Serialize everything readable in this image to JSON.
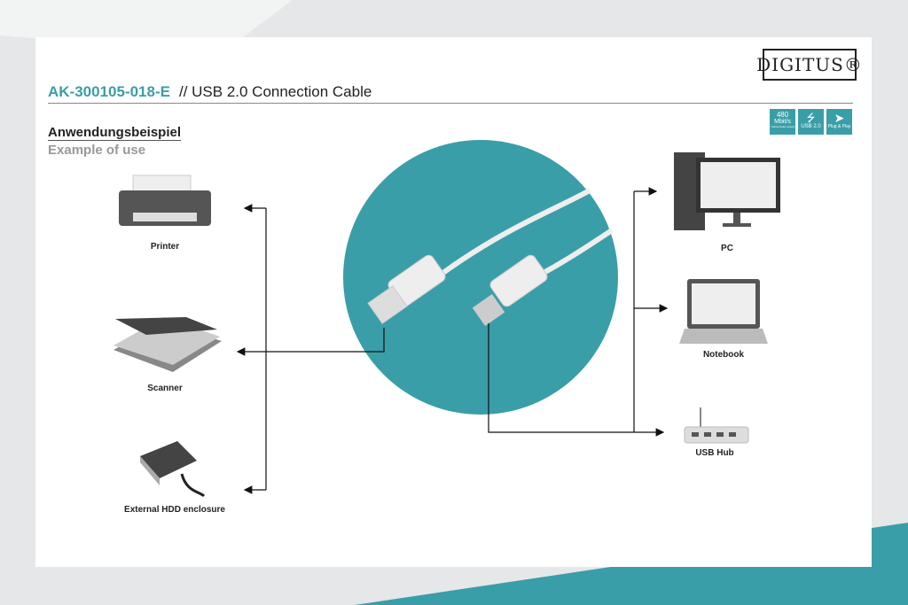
{
  "brand": "DIGITUS®",
  "header": {
    "code": "AK-300105-018-E",
    "title": "// USB 2.0 Connection Cable"
  },
  "section": {
    "title_de": "Anwendungsbeispiel",
    "title_en": "Example of use"
  },
  "badges": [
    {
      "line1": "480",
      "line2": "Mbit/s",
      "line3": "Transmission speed"
    },
    {
      "label": "USB 2.0"
    },
    {
      "label": "Plug & Play"
    }
  ],
  "devices": {
    "printer": "Printer",
    "scanner": "Scanner",
    "hdd": "External HDD enclosure",
    "pc": "PC",
    "notebook": "Notebook",
    "hub": "USB Hub"
  },
  "colors": {
    "accent": "#3a9ea8"
  }
}
